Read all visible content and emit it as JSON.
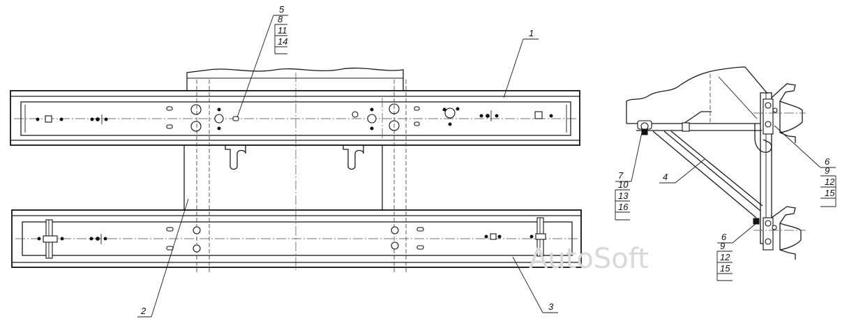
{
  "labels": {
    "top_rail": "1",
    "cross_member": "2",
    "bottom_rail": "3",
    "brace": "4",
    "fastener_group_top": {
      "pos": "5",
      "parts": [
        "8",
        "11",
        "14"
      ]
    },
    "fastener_group_left": {
      "pos": "7",
      "parts": [
        "10",
        "13",
        "16"
      ]
    },
    "fastener_group_right_upper": {
      "pos": "6",
      "parts": [
        "9",
        "12",
        "15"
      ]
    },
    "fastener_group_right_lower": {
      "pos": "6",
      "parts": [
        "9",
        "12",
        "15"
      ]
    }
  },
  "watermark": "AutoSoft",
  "colors": {
    "line": "#111111",
    "background": "#ffffff",
    "watermark": "#d8d8d8"
  }
}
